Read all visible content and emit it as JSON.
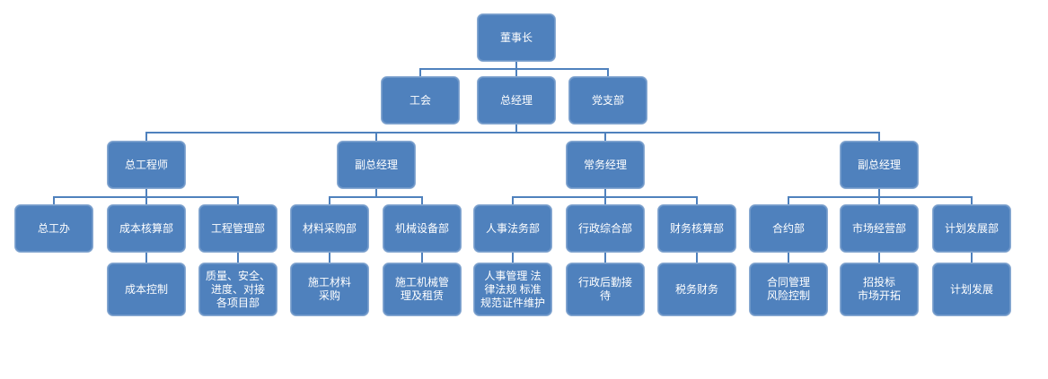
{
  "colors": {
    "node_fill": "#4f81bd",
    "node_border": "#89aad2",
    "node_text": "#ffffff",
    "connector": "#4f81bd"
  },
  "nodes": {
    "chairman": "董事长",
    "labor_union": "工会",
    "general_manager": "总经理",
    "party_branch": "党支部",
    "chief_engineer": "总工程师",
    "deputy_gm_1": "副总经理",
    "managing_director": "常务经理",
    "deputy_gm_2": "副总经理",
    "chief_engineer_office": "总工办",
    "cost_accounting_dept": "成本核算部",
    "engineering_mgmt_dept": "工程管理部",
    "material_purchasing_dept": "材料采购部",
    "machinery_equipment_dept": "机械设备部",
    "hr_legal_dept": "人事法务部",
    "admin_general_dept": "行政综合部",
    "finance_accounting_dept": "财务核算部",
    "contract_dept": "合约部",
    "market_operation_dept": "市场经营部",
    "planning_dev_dept": "计划发展部",
    "cost_control": "成本控制",
    "quality_safety_progress": "质量、安全、\n进度、对接\n各项目部",
    "construction_material_purchasing": "施工材料\n采购",
    "construction_machinery_mgmt": "施工机械管\n理及租赁",
    "hr_legal_duties": "人事管理 法\n律法规 标准\n规范证件维护",
    "admin_logistics_reception": "行政后勤接\n待",
    "tax_finance": "税务财务",
    "contract_mgmt_risk_control": "合同管理\n风险控制",
    "bidding_market_dev": "招投标\n市场开拓",
    "planning_development": "计划发展"
  },
  "edges": [
    [
      "chairman",
      "labor_union"
    ],
    [
      "chairman",
      "general_manager"
    ],
    [
      "chairman",
      "party_branch"
    ],
    [
      "general_manager",
      "chief_engineer"
    ],
    [
      "general_manager",
      "deputy_gm_1"
    ],
    [
      "general_manager",
      "managing_director"
    ],
    [
      "general_manager",
      "deputy_gm_2"
    ],
    [
      "chief_engineer",
      "chief_engineer_office"
    ],
    [
      "chief_engineer",
      "cost_accounting_dept"
    ],
    [
      "chief_engineer",
      "engineering_mgmt_dept"
    ],
    [
      "deputy_gm_1",
      "material_purchasing_dept"
    ],
    [
      "deputy_gm_1",
      "machinery_equipment_dept"
    ],
    [
      "managing_director",
      "hr_legal_dept"
    ],
    [
      "managing_director",
      "admin_general_dept"
    ],
    [
      "managing_director",
      "finance_accounting_dept"
    ],
    [
      "deputy_gm_2",
      "contract_dept"
    ],
    [
      "deputy_gm_2",
      "market_operation_dept"
    ],
    [
      "deputy_gm_2",
      "planning_dev_dept"
    ],
    [
      "cost_accounting_dept",
      "cost_control"
    ],
    [
      "engineering_mgmt_dept",
      "quality_safety_progress"
    ],
    [
      "material_purchasing_dept",
      "construction_material_purchasing"
    ],
    [
      "machinery_equipment_dept",
      "construction_machinery_mgmt"
    ],
    [
      "hr_legal_dept",
      "hr_legal_duties"
    ],
    [
      "admin_general_dept",
      "admin_logistics_reception"
    ],
    [
      "finance_accounting_dept",
      "tax_finance"
    ],
    [
      "contract_dept",
      "contract_mgmt_risk_control"
    ],
    [
      "market_operation_dept",
      "bidding_market_dev"
    ],
    [
      "planning_dev_dept",
      "planning_development"
    ]
  ]
}
